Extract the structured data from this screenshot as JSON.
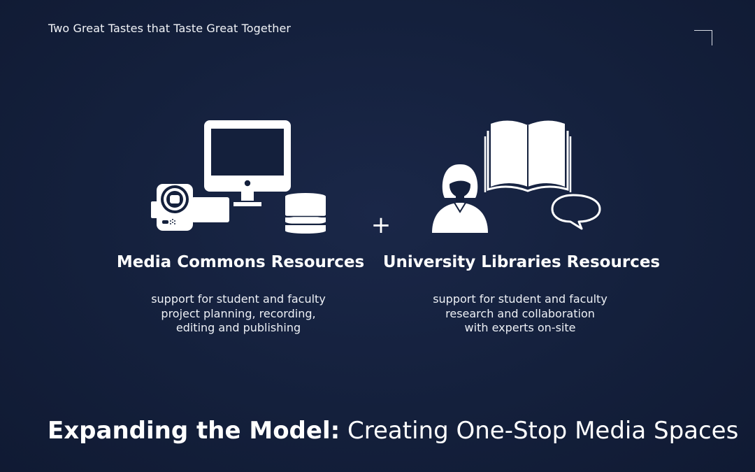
{
  "header": {
    "subtitle": "Two Great Tastes that Taste Great Together"
  },
  "left_column": {
    "title": "Media Commons Resources",
    "description_lines": [
      "support for student and faculty",
      "project planning, recording,",
      "editing and publishing"
    ],
    "icons": [
      "video-camera-icon",
      "monitor-icon",
      "disc-stack-icon"
    ]
  },
  "joiner": "+",
  "right_column": {
    "title": "University Libraries Resources",
    "description_lines": [
      "support for student and faculty",
      "research and collaboration",
      "with experts on-site"
    ],
    "icons": [
      "person-icon",
      "open-book-icon",
      "speech-bubble-icon"
    ]
  },
  "footer": {
    "bold_part": "Expanding the Model:",
    "light_part": " Creating One-Stop Media Spaces"
  },
  "colors": {
    "background": "#14203c",
    "foreground": "#ffffff"
  }
}
